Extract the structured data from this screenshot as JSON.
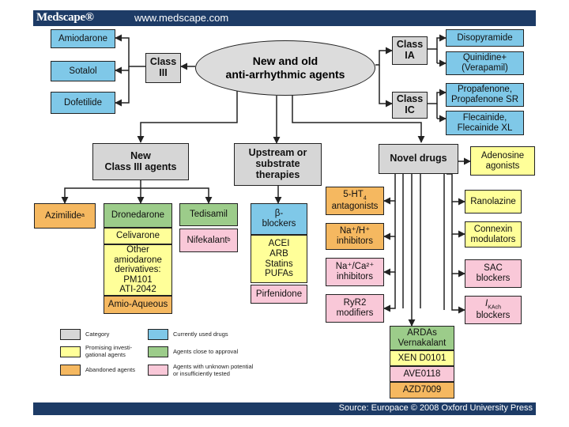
{
  "header": {
    "brand": "Medscape®",
    "url": "www.medscape.com"
  },
  "footer": {
    "source": "Source: Europace © 2008 Oxford University Press"
  },
  "colors": {
    "category": "#d6d6d6",
    "current": "#7fc8e8",
    "promising": "#ffff99",
    "close": "#9ccc8a",
    "abandoned": "#f5b860",
    "unknown": "#f9c8d8",
    "bar": "#1d3b66"
  },
  "center": {
    "title": "New and old\nanti-arrhythmic agents"
  },
  "class_iii": {
    "label": "Class\nIII",
    "drugs": [
      "Amiodarone",
      "Sotalol",
      "Dofetilide"
    ]
  },
  "class_ia": {
    "label": "Class\nIA",
    "drugs": [
      "Disopyramide",
      "Quinidine+\n(Verapamil)"
    ]
  },
  "class_ic": {
    "label": "Class\nIC",
    "drugs": [
      "Propafenone,\nPropafenone SR",
      "Flecainide,\nFlecainide XL"
    ]
  },
  "new_class_iii": {
    "label": "New\nClass III agents",
    "azimilide": "Azimilide",
    "azimilide_sup": "a",
    "dronedarone": "Dronedarone",
    "celivarone": "Celivarone",
    "other": "Other\namiodarone\nderivatives:\nPM101\nATI-2042",
    "amio": "Amio-Aqueous",
    "tedisamil": "Tedisamil",
    "nifekalant": "Nifekalant",
    "nifekalant_sup": "b"
  },
  "upstream": {
    "label": "Upstream or\nsubstrate\ntherapies",
    "blockers": "β-\nblockers",
    "list": "ACEI\nARB\nStatins\nPUFAs",
    "pirfenidone": "Pirfenidone"
  },
  "novel": {
    "label": "Novel drugs",
    "adenosine": "Adenosine\nagonists",
    "ht4_a": "5-HT",
    "ht4_sub": "4",
    "ht4_b": "antagonists",
    "na_h": "Na⁺/H⁺\ninhibitors",
    "na_ca": "Na⁺/Ca²⁺\ninhibitors",
    "ryr2": "RyR2\nmodifiers",
    "ranolazine": "Ranolazine",
    "connexin": "Connexin\nmodulators",
    "sac": "SAC\nblockers",
    "ikach_i": "I",
    "ikach_sub": "KAch",
    "ikach_b": "blockers",
    "ardas": "ARDAs\nVernakalant",
    "xen": "XEN D0101",
    "ave": "AVE0118",
    "azd": "AZD7009"
  },
  "legend": {
    "category": "Category",
    "current": "Currently used drugs",
    "promising": "Promising investi-\ngational agents",
    "close": "Agents close to approval",
    "abandoned": "Abandoned agents",
    "unknown": "Agents with unknown potential\nor insufficiently tested"
  }
}
